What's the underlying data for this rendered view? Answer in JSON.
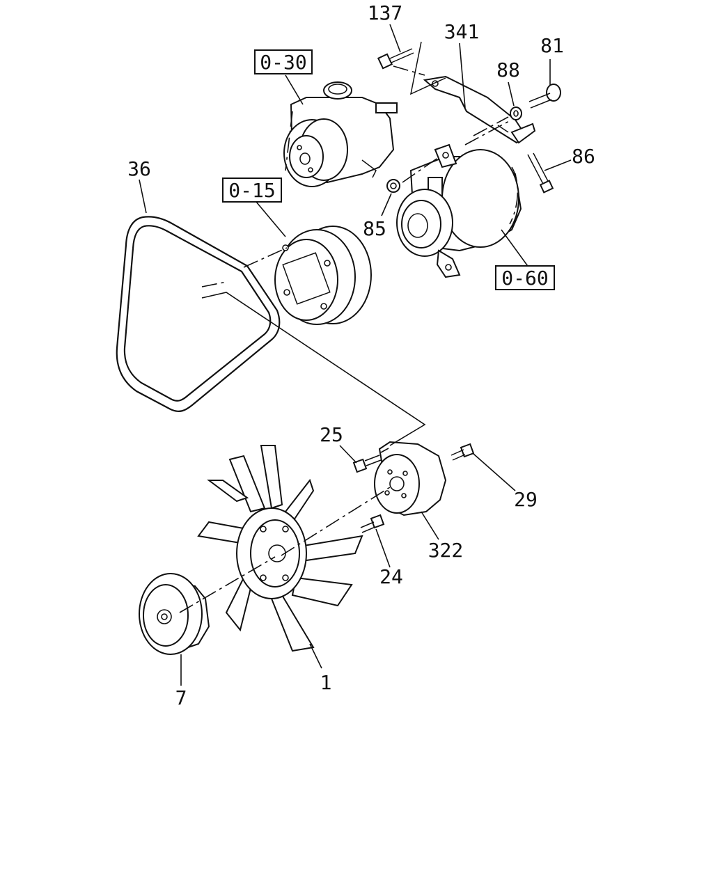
{
  "diagram": {
    "callouts": [
      {
        "id": "c137",
        "text": "137"
      },
      {
        "id": "c341",
        "text": "341"
      },
      {
        "id": "c81",
        "text": "81"
      },
      {
        "id": "c88",
        "text": "88"
      },
      {
        "id": "c86",
        "text": "86"
      },
      {
        "id": "c85",
        "text": "85"
      },
      {
        "id": "c36",
        "text": "36"
      },
      {
        "id": "c25",
        "text": "25"
      },
      {
        "id": "c29",
        "text": "29"
      },
      {
        "id": "c322",
        "text": "322"
      },
      {
        "id": "c24",
        "text": "24"
      },
      {
        "id": "c1",
        "text": "1"
      },
      {
        "id": "c7",
        "text": "7"
      }
    ],
    "references": [
      {
        "id": "r030",
        "text": "0-30"
      },
      {
        "id": "r015",
        "text": "0-15"
      },
      {
        "id": "r060",
        "text": "0-60"
      }
    ]
  }
}
